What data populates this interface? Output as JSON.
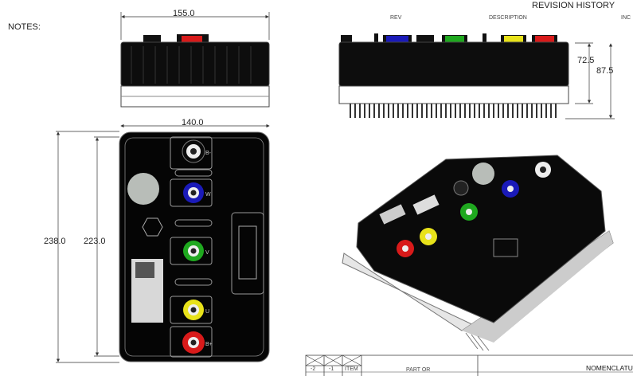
{
  "notes_label": "NOTES:",
  "revision_history": {
    "title": "REVISION HISTORY",
    "columns": [
      "REV",
      "DESCRIPTION",
      "INC"
    ]
  },
  "dimensions": {
    "top_width": "155.0",
    "front_width": "140.0",
    "overall_height": "238.0",
    "inner_height": "223.0",
    "side_height_body": "72.5",
    "side_height_total": "87.5"
  },
  "terminals": [
    {
      "label": "B-",
      "color": "#f2f2f2"
    },
    {
      "label": "W",
      "color": "#1a1ab8"
    },
    {
      "label": "V",
      "color": "#1fa81f"
    },
    {
      "label": "U",
      "color": "#e8e21a"
    },
    {
      "label": "B+",
      "color": "#d81a1a"
    }
  ],
  "parts_table": {
    "cells": [
      "-2",
      "-1",
      "ITEM"
    ],
    "part_header": "PART OR",
    "nomenclature_header": "NOMENCLATU"
  }
}
